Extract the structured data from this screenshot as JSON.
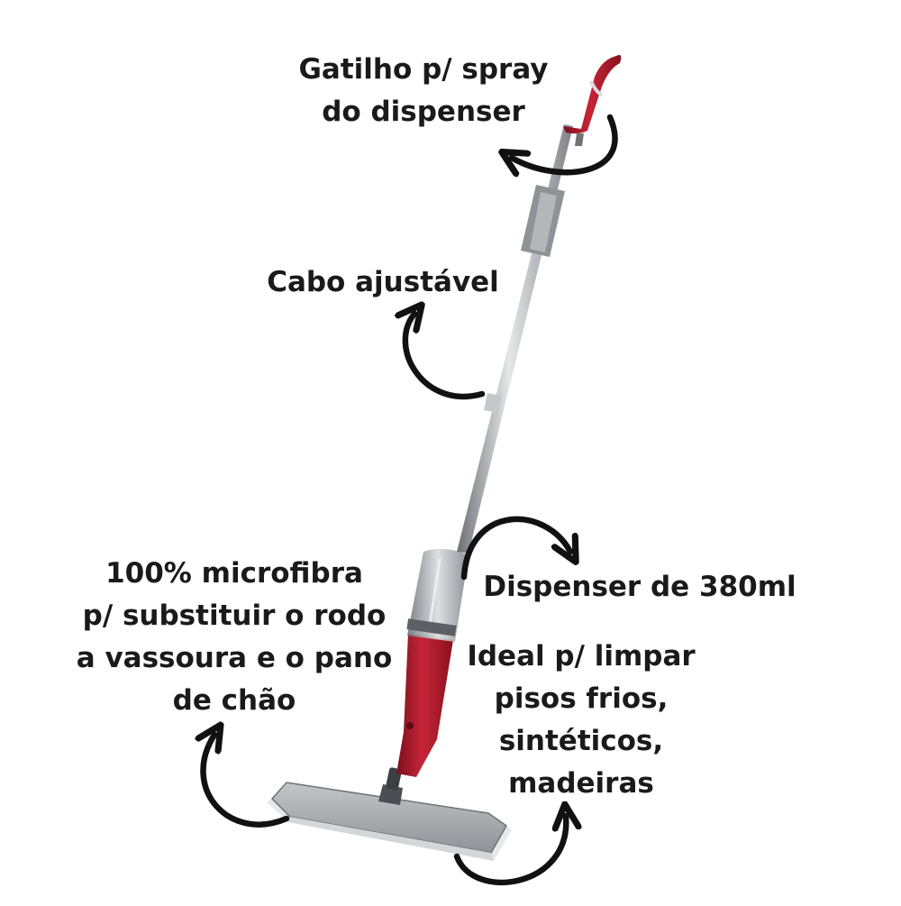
{
  "labels": {
    "trigger": [
      "Gatilho p/ spray",
      "do dispenser"
    ],
    "handle": [
      "Cabo ajustável"
    ],
    "microfiber": [
      "100% microfibra",
      "p/ substituir o rodo",
      "a vassoura e o pano",
      "de chão"
    ],
    "dispenser": [
      "Dispenser de 380ml"
    ],
    "ideal": [
      "Ideal p/ limpar",
      "pisos frios,",
      "sintéticos,",
      "madeiras"
    ]
  },
  "colors": {
    "accent_red": "#b0182a",
    "text": "#1a1a1a",
    "steel": "#a9adb2",
    "grip": "#8f9297",
    "pad": "#9a9da1"
  }
}
